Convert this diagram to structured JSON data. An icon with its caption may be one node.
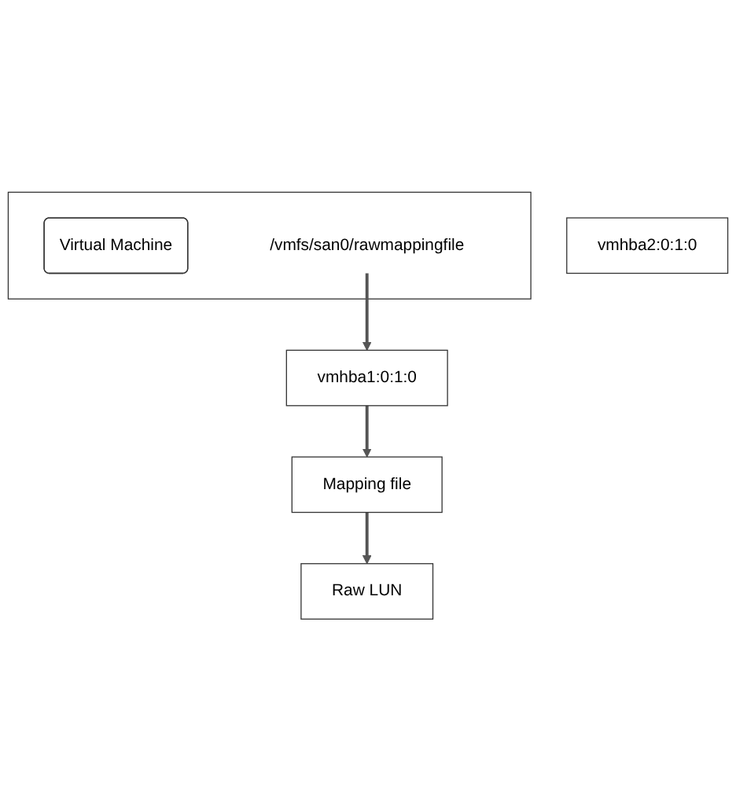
{
  "diagram": {
    "nodes": [
      {
        "text": [],
        "shape": "box"
      },
      {
        "text": [
          "Virtual Machine"
        ],
        "in": 0
      },
      {
        "text": [
          "/vmfs/san0/rawmappingfile"
        ],
        "in": 0
      },
      {
        "text": [
          "vmhba1:0:1:0"
        ]
      },
      {
        "text": [
          "vmhba2:0:1:0"
        ]
      },
      {
        "text": [
          "Mapping file"
        ]
      },
      {
        "text": [
          "Raw LUN"
        ]
      }
    ],
    "edges": [
      {
        "from": 2,
        "to": 3,
        "arrow": "to"
      },
      {
        "from": 3,
        "to": 5,
        "arrow": "to"
      },
      {
        "from": 5,
        "to": 6,
        "arrow": "to"
      }
    ]
  }
}
